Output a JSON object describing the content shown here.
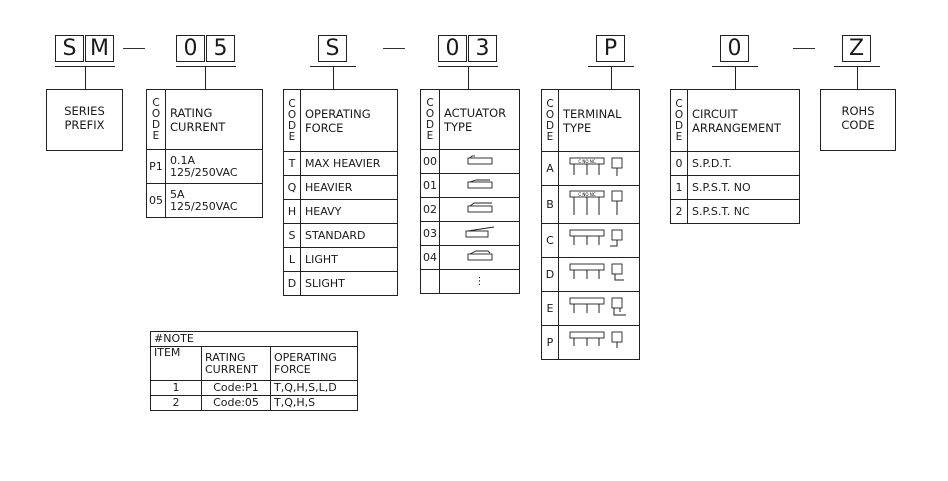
{
  "part_number": {
    "series": [
      "S",
      "M"
    ],
    "rating": [
      "0",
      "5"
    ],
    "force": [
      "S"
    ],
    "actuator": [
      "0",
      "3"
    ],
    "terminal": [
      "P"
    ],
    "circuit": [
      "0"
    ],
    "rohs": [
      "Z"
    ]
  },
  "series_prefix": {
    "line1": "SERIES",
    "line2": "PREFIX"
  },
  "rohs_code": {
    "line1": "ROHS",
    "line2": "CODE"
  },
  "code_vertical": [
    "C",
    "O",
    "D",
    "E"
  ],
  "rating_table": {
    "header": [
      "RATING",
      "CURRENT"
    ],
    "rows": [
      {
        "code": "P1",
        "line1": "0.1A",
        "line2": "125/250VAC"
      },
      {
        "code": "05",
        "line1": "5A",
        "line2": "125/250VAC"
      }
    ]
  },
  "force_table": {
    "header": [
      "OPERATING",
      "FORCE"
    ],
    "rows": [
      {
        "code": "T",
        "desc": "MAX HEAVIER"
      },
      {
        "code": "Q",
        "desc": "HEAVIER"
      },
      {
        "code": "H",
        "desc": "HEAVY"
      },
      {
        "code": "S",
        "desc": "STANDARD"
      },
      {
        "code": "L",
        "desc": "LIGHT"
      },
      {
        "code": "D",
        "desc": "SLIGHT"
      }
    ]
  },
  "actuator_table": {
    "header": [
      "ACTUATOR",
      "TYPE"
    ],
    "rows": [
      {
        "code": "00",
        "icon": "actuator-pin-plunger-icon"
      },
      {
        "code": "01",
        "icon": "actuator-short-lever-icon"
      },
      {
        "code": "02",
        "icon": "actuator-lever-icon"
      },
      {
        "code": "03",
        "icon": "actuator-long-lever-icon"
      },
      {
        "code": "04",
        "icon": "actuator-simulated-roller-icon"
      }
    ],
    "more": "⋮"
  },
  "terminal_table": {
    "header": [
      "TERMINAL",
      "TYPE"
    ],
    "rows": [
      {
        "code": "A",
        "icon": "terminal-solder-icon"
      },
      {
        "code": "B",
        "icon": "terminal-pcb-straight-icon"
      },
      {
        "code": "C",
        "icon": "terminal-pcb-right-icon"
      },
      {
        "code": "D",
        "icon": "terminal-pcb-left-icon"
      },
      {
        "code": "E",
        "icon": "terminal-quick-connect-icon"
      },
      {
        "code": "P",
        "icon": "terminal-pc-icon"
      }
    ],
    "terminal_marks": "C NO NC"
  },
  "circuit_table": {
    "header": [
      "CIRCUIT",
      "ARRANGEMENT"
    ],
    "rows": [
      {
        "code": "0",
        "desc": "S.P.D.T."
      },
      {
        "code": "1",
        "desc": "S.P.S.T. NO"
      },
      {
        "code": "2",
        "desc": "S.P.S.T. NC"
      }
    ]
  },
  "note_table": {
    "title": "#NOTE",
    "headers": [
      "ITEM",
      "RATING CURRENT",
      "OPERATING FORCE"
    ],
    "rows": [
      {
        "item": "1",
        "rating": "Code:P1",
        "force": "T,Q,H,S,L,D"
      },
      {
        "item": "2",
        "rating": "Code:05",
        "force": "T,Q,H,S"
      }
    ]
  }
}
